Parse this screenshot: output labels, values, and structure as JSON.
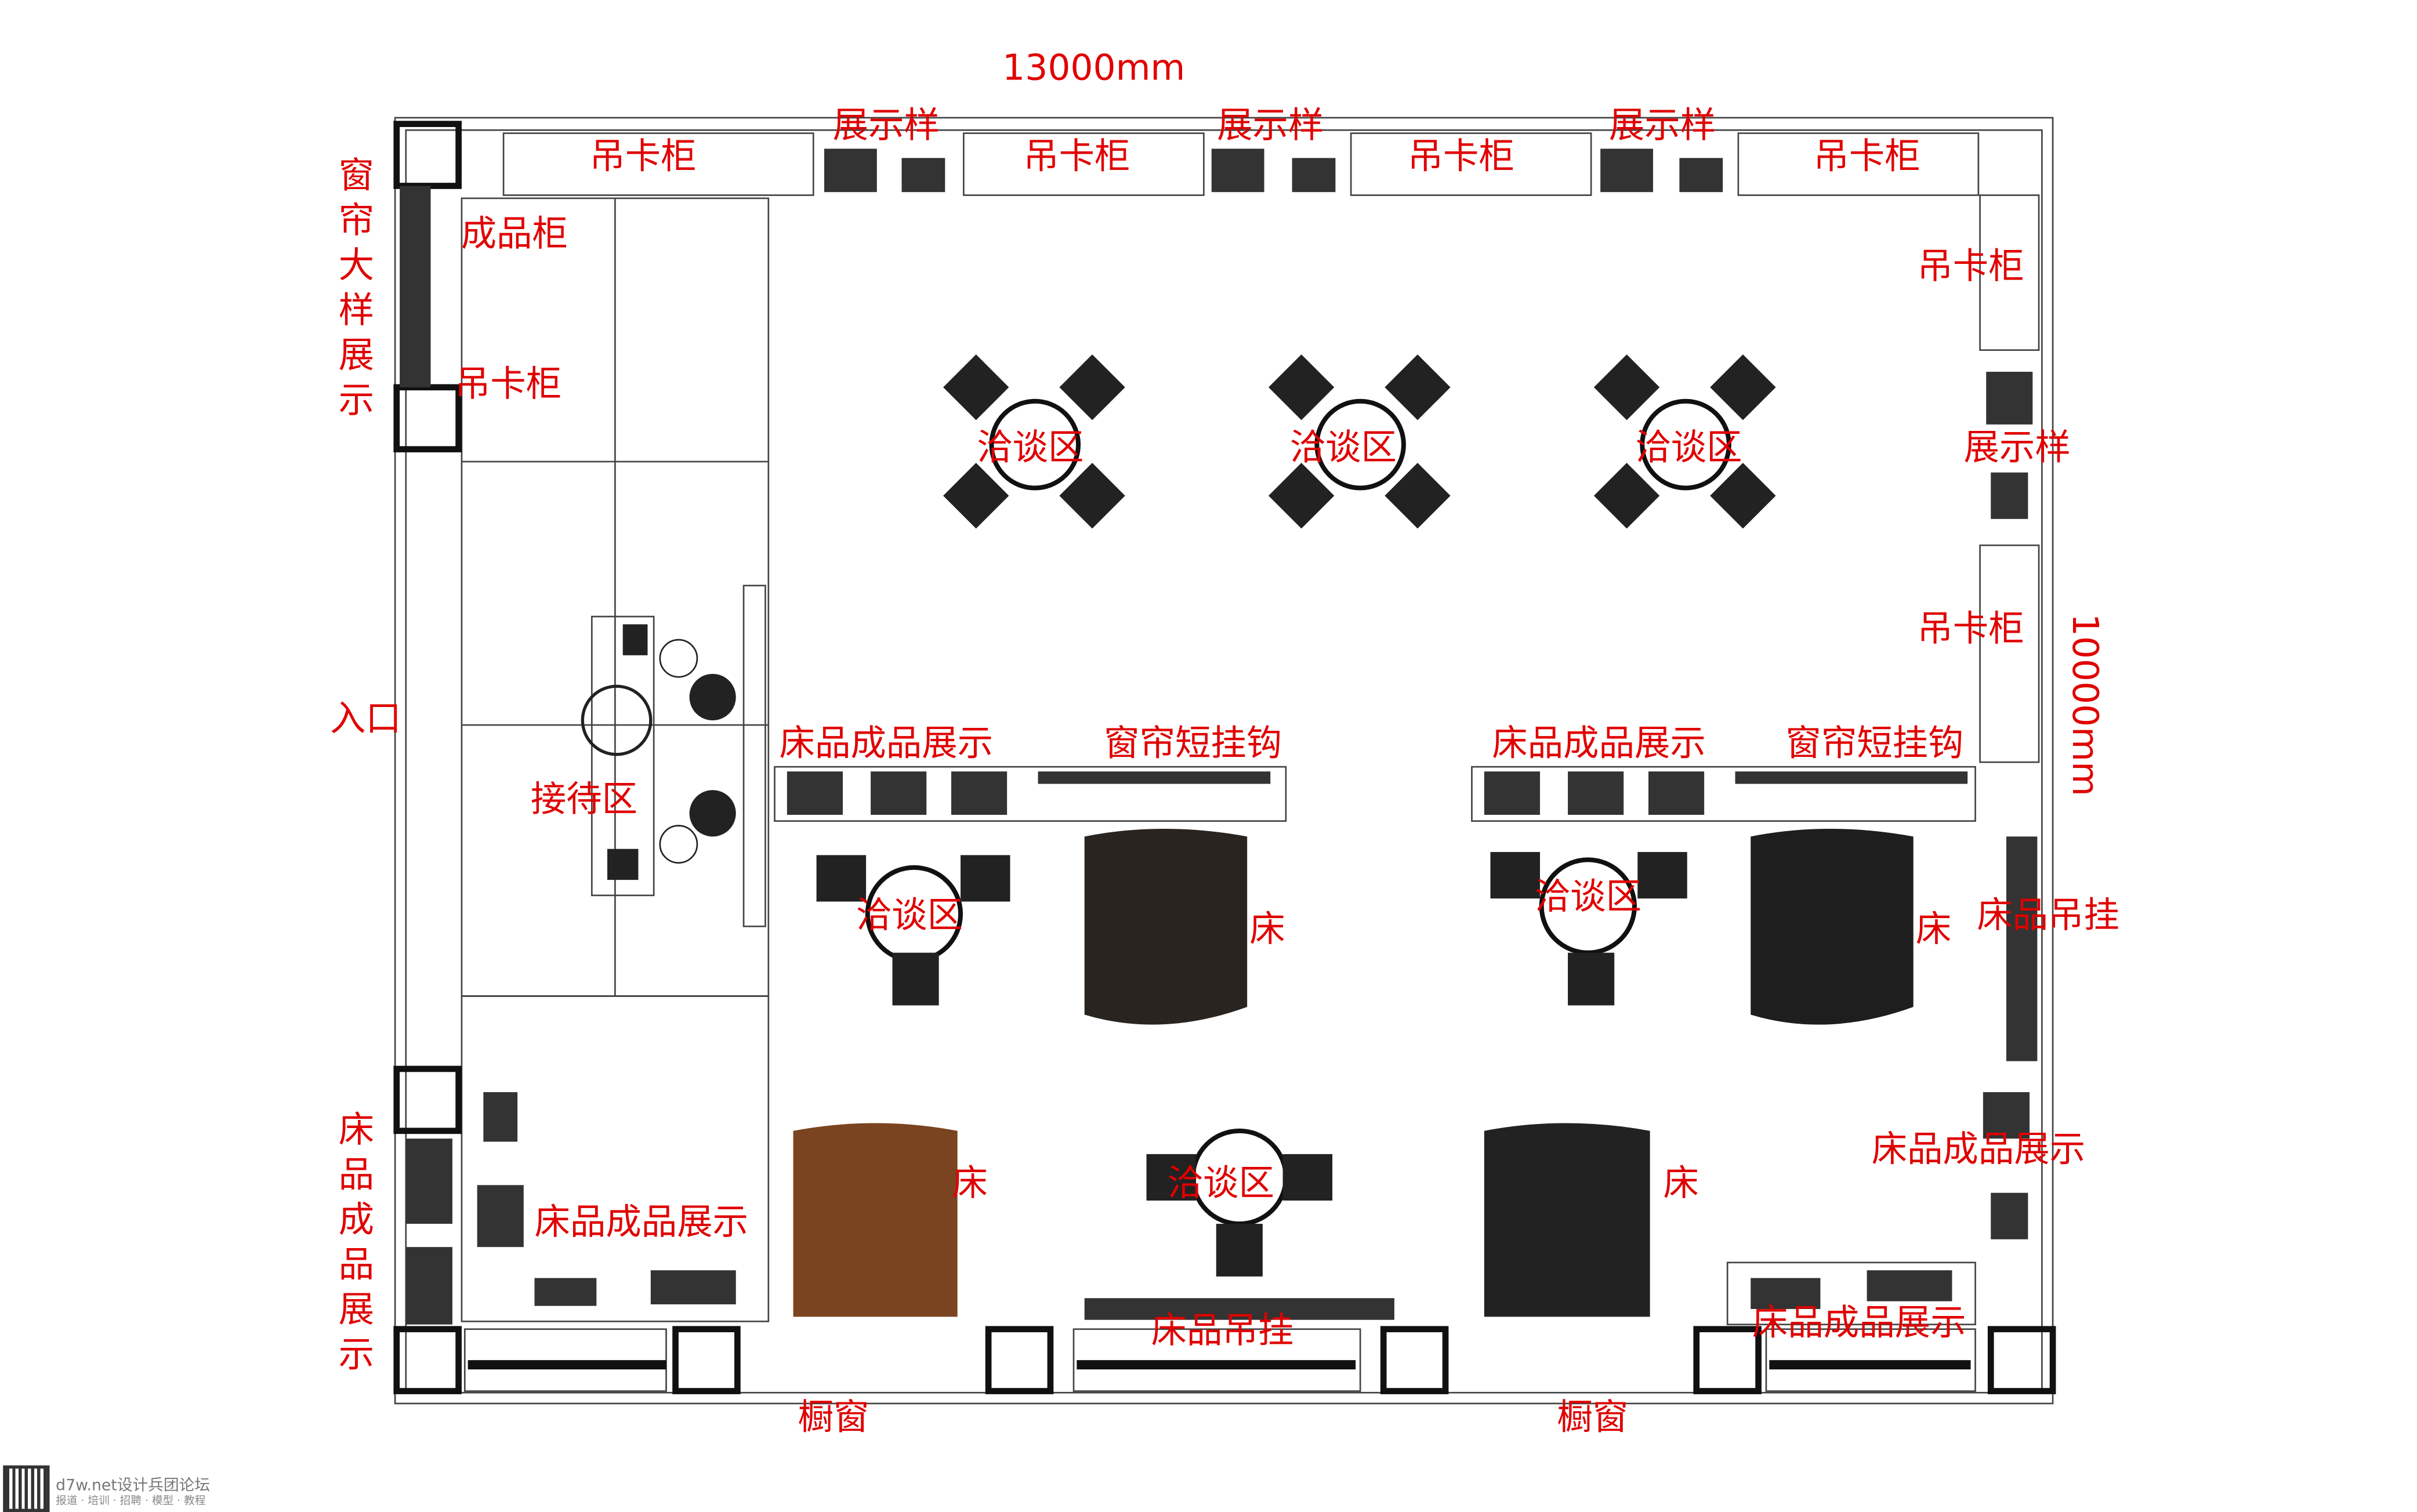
{
  "dimensions": {
    "width": "13000mm",
    "height": "10000mm"
  },
  "labels": {
    "display_sample": "展示样",
    "hanging_cabinet": "吊卡柜",
    "curtain_sample_display": "窗帘大样展示",
    "finished_cabinet": "成品柜",
    "negotiation_area": "洽谈区",
    "entrance": "入口",
    "bedding_display": "床品成品展示",
    "curtain_hook": "窗帘短挂钩",
    "reception": "接待区",
    "bed": "床",
    "bedding_hanging": "床品吊挂",
    "shop_window": "橱窗"
  },
  "watermark": {
    "line1": "d7w.net设计兵团论坛",
    "line2": "报道 · 培训 · 招聘 · 模型 · 教程"
  },
  "colors": {
    "label": "#e00000",
    "line": "#222222"
  }
}
